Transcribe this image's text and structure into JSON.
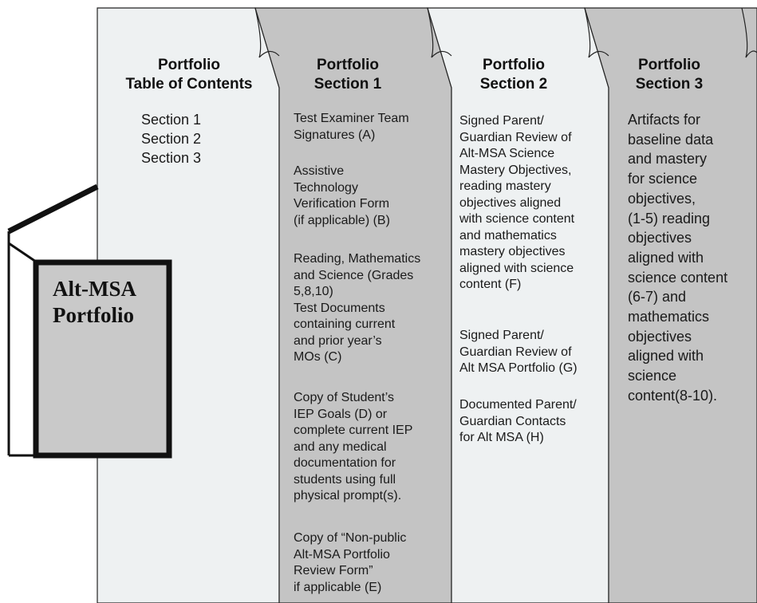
{
  "toc": {
    "title_line1": "Portfolio",
    "title_line2": "Table of Contents",
    "items": [
      "Section 1",
      "Section 2",
      "Section 3"
    ]
  },
  "sections": [
    {
      "title_line1": "Portfolio",
      "title_line2": "Section 1",
      "items": [
        "Test Examiner Team\nSignatures (A)",
        "Assistive\nTechnology\nVerification Form\n(if applicable) (B)",
        "Reading, Mathematics\nand Science (Grades\n5,8,10)\nTest Documents\ncontaining current\nand prior year’s\nMOs (C)",
        "Copy of Student’s\nIEP Goals (D) or\ncomplete current IEP\nand any medical\ndocumentation for\nstudents using full\nphysical prompt(s).",
        "Copy of “Non-public\nAlt-MSA Portfolio\nReview Form”\nif applicable (E)"
      ]
    },
    {
      "title_line1": "Portfolio",
      "title_line2": "Section 2",
      "items": [
        "Signed Parent/\nGuardian Review of\nAlt-MSA Science\nMastery Objectives,\nreading mastery\nobjectives aligned\nwith science content\nand mathematics\nmastery objectives\naligned with science\ncontent (F)",
        "Signed Parent/\nGuardian Review of\nAlt MSA Portfolio (G)",
        "Documented Parent/\nGuardian Contacts\nfor Alt MSA (H)"
      ]
    },
    {
      "title_line1": "Portfolio",
      "title_line2": "Section 3",
      "items": [
        "Artifacts for\nbaseline data\nand mastery\nfor science\nobjectives,\n(1-5) reading\nobjectives\naligned with\nscience content\n(6-7) and\nmathematics\nobjectives\naligned with\nscience\ncontent(8-10)."
      ]
    }
  ],
  "binder": {
    "title_line1": "Alt-MSA",
    "title_line2": "Portfolio"
  },
  "colors": {
    "light_page": "#eef1f2",
    "gray_tab": "#c4c4c4",
    "book_cover": "#c9c9c9",
    "outline": "#222222"
  }
}
